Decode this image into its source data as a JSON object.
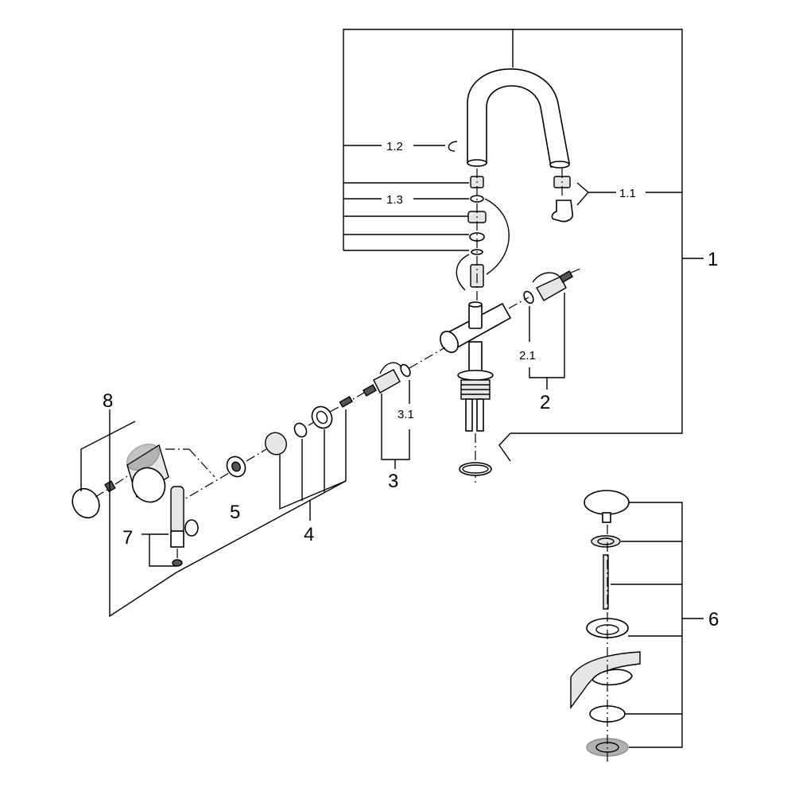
{
  "labels": {
    "l1": "1",
    "l1_1": "1.1",
    "l1_2": "1.2",
    "l1_3": "1.3",
    "l2": "2",
    "l2_1": "2.1",
    "l3": "3",
    "l3_1": "3.1",
    "l4": "4",
    "l5": "5",
    "l6": "6",
    "l7": "7",
    "l8": "8"
  },
  "colors": {
    "line": "#000000",
    "background": "#ffffff",
    "shade": "#e6e6e6"
  }
}
